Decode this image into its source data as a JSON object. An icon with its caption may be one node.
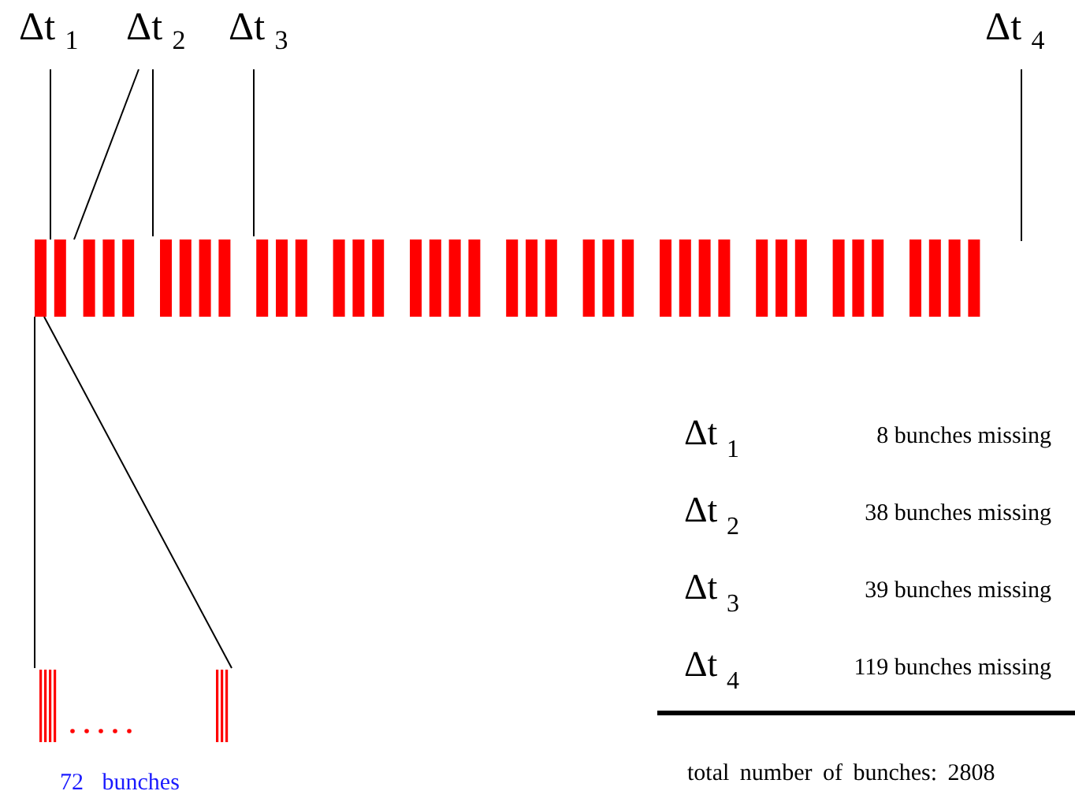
{
  "diagram": {
    "nodes": [
      {
        "text": [
          "Δt $_{1}$"
        ]
      },
      {
        "text": [
          "Δt $_{2}$"
        ]
      },
      {
        "text": [
          "Δt $_{3}$"
        ]
      },
      {
        "text": [
          "Δt $_{4}$"
        ]
      },
      {
        "text": [],
        "shape": "bar"
      },
      {
        "text": [],
        "shape": "bar"
      }
    ],
    "edges": [
      {
        "from": 0,
        "to": 4,
        "arrow": "none"
      },
      {
        "from": 1,
        "to": 4,
        "arrow": "none"
      },
      {
        "from": 1,
        "to": 4,
        "arrow": "none"
      },
      {
        "from": 2,
        "to": 4,
        "arrow": "none"
      },
      {
        "from": 3,
        "to": 4,
        "arrow": "none"
      },
      {
        "from": 4,
        "to": 5,
        "arrow": "none"
      },
      {
        "from": 4,
        "to": 5,
        "arrow": "none"
      }
    ],
    "labels": [
      "72 bunches",
      "Δt $_{1}$",
      "8 bunches missing",
      "Δt $_{2}$",
      "38 bunches missing",
      "Δt $_{3}$",
      "39 bunches missing",
      "Δt $_{4}$",
      "119 bunches missing",
      "total number of bunches: 2808"
    ]
  }
}
